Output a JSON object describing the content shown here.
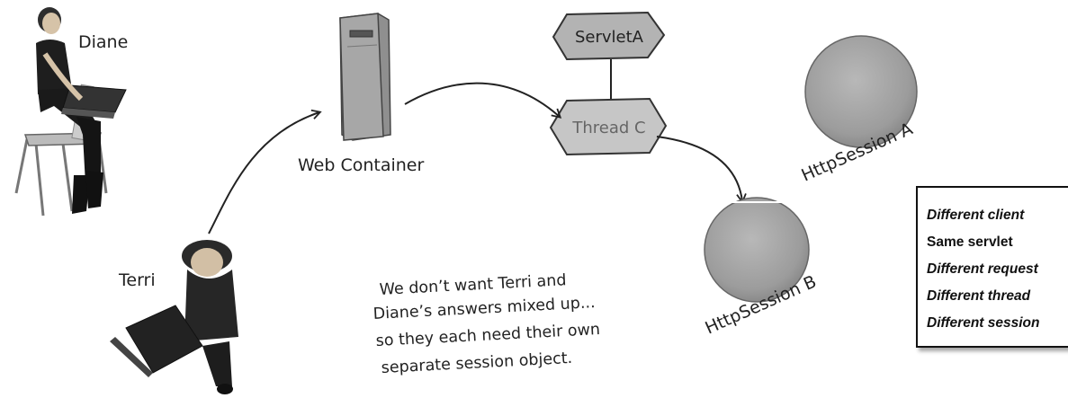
{
  "people": {
    "diane": "Diane",
    "terri": "Terri"
  },
  "nodes": {
    "web_container": "Web Container",
    "servlet": "ServletA",
    "thread": "Thread C",
    "session_a": "HttpSession A",
    "session_b": "HttpSession B"
  },
  "note": {
    "lines": [
      "We don’t want Terri and",
      "Diane’s answers mixed up...",
      "so they each need their own",
      "separate session object."
    ]
  },
  "legend": {
    "items": [
      {
        "text": "Different client",
        "italic": true
      },
      {
        "text": "Same servlet",
        "italic": false
      },
      {
        "text": "Different request",
        "italic": true
      },
      {
        "text": "Different thread",
        "italic": true
      },
      {
        "text": "Different session",
        "italic": true
      }
    ]
  },
  "colors": {
    "session_fill": "#a3a3a3",
    "hex_fill": "#b9b9b9",
    "server_fill": "#9a9a9a"
  }
}
